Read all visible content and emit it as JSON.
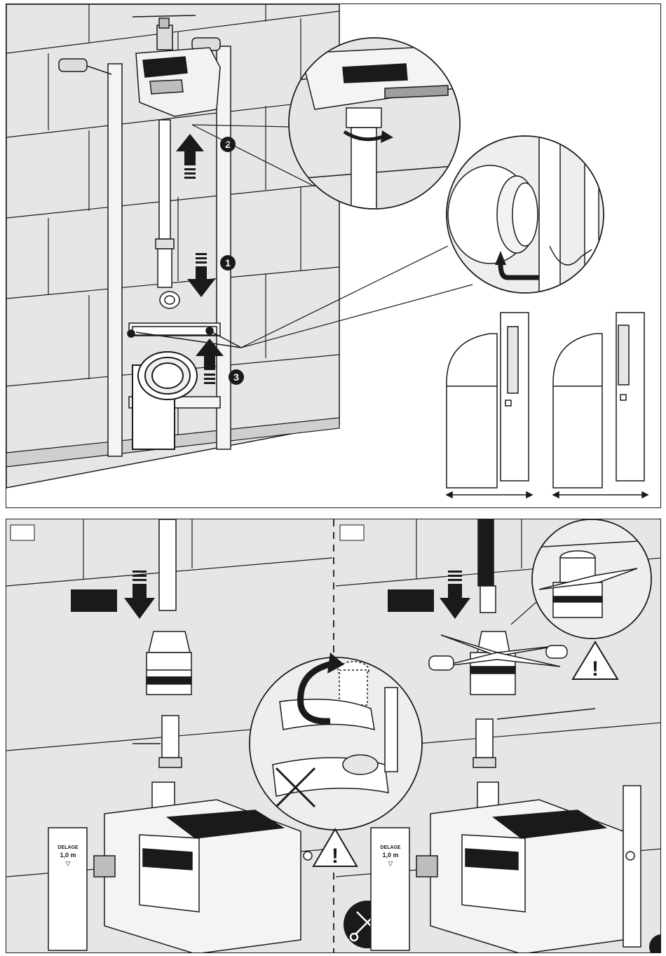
{
  "top_panel": {
    "callouts": [
      {
        "id": "step-1",
        "number": "1"
      },
      {
        "id": "step-2",
        "number": "2"
      },
      {
        "id": "step-3",
        "number": "3"
      }
    ],
    "arrows": [
      "arrow-up-pipe",
      "arrow-down-pipe",
      "arrow-up-bracket",
      "arrow-rotate-nut",
      "arrow-rotate-seal"
    ]
  },
  "bottom_panel": {
    "left_step_tag": "",
    "right_step_tag": "",
    "meter_label_line1": "DELAGE",
    "meter_label_line2": "1,0 m",
    "meter_label_arrow": "▽",
    "warning_symbol": "!",
    "icons": [
      "warning-triangle-icon",
      "scissors-icon",
      "x-mark-icon"
    ]
  },
  "colors": {
    "line": "#1a1a1a",
    "wall_fill": "#e6e6e6",
    "panel_fill": "#ffffff",
    "dark_fill": "#1a1a1a",
    "mid_fill": "#cfcfcf"
  }
}
